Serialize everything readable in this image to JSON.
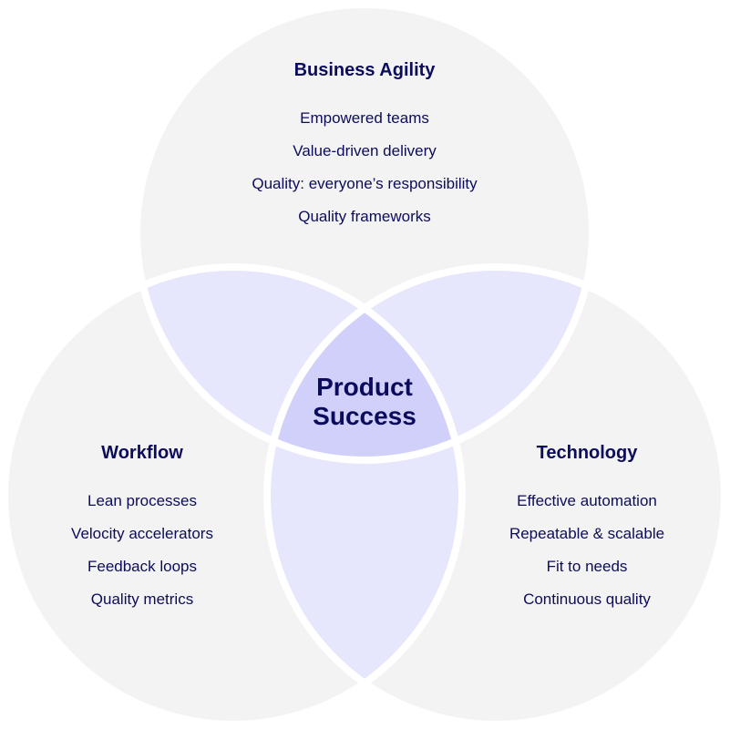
{
  "colors": {
    "circle": "#f3f3f3",
    "pair": "#e6e6fc",
    "center": "#d0d0fa",
    "text": "#0c0c5c"
  },
  "top": {
    "title": "Business Agility",
    "items": [
      "Empowered teams",
      "Value-driven delivery",
      "Quality: everyone’s responsibility",
      "Quality frameworks"
    ]
  },
  "left": {
    "title": "Workflow",
    "items": [
      "Lean processes",
      "Velocity accelerators",
      "Feedback loops",
      "Quality metrics"
    ]
  },
  "right": {
    "title": "Technology",
    "items": [
      "Effective automation",
      "Repeatable & scalable",
      "Fit to needs",
      "Continuous quality"
    ]
  },
  "center": {
    "line1": "Product",
    "line2": "Success"
  }
}
